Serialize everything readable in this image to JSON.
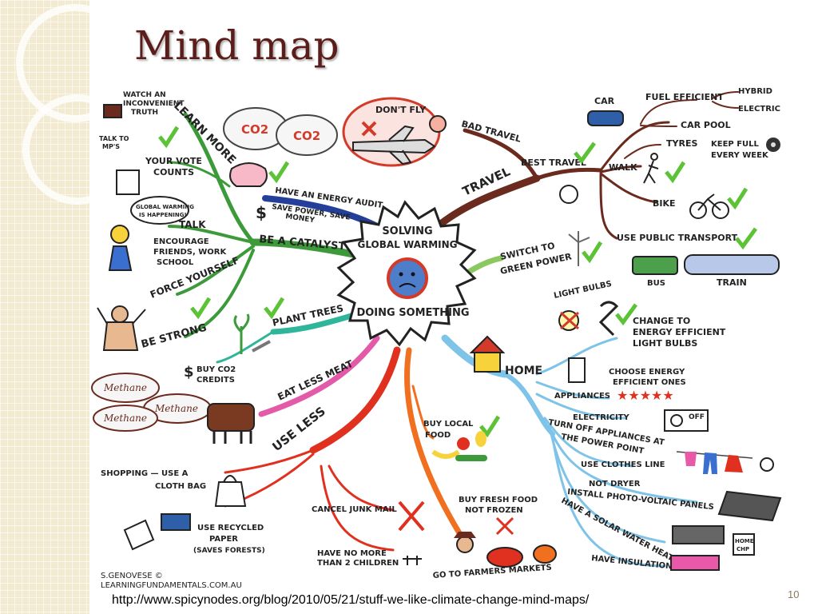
{
  "slide": {
    "title": "Mind map",
    "source_url": "http://www.spicynodes.org/blog/2010/05/21/stuff-we-like-climate-change-mind-maps/",
    "page_number": "10"
  },
  "mindmap": {
    "center": {
      "line1": "SOLVING",
      "line2": "GLOBAL WARMING",
      "line3": "DOING SOMETHING"
    },
    "travel": {
      "title": "TRAVEL",
      "bad_travel": "BAD TRAVEL",
      "dont_fly": "DON'T FLY",
      "co2": "CO2",
      "best_travel": "BEST TRAVEL",
      "car": "CAR",
      "fuel_efficient": "FUEL EFFICIENT",
      "hybrid": "HYBRID",
      "electric": "ELECTRIC",
      "car_pool": "CAR POOL",
      "tyres": "TYRES",
      "keep_full_1": "KEEP FULL",
      "keep_full_2": "EVERY WEEK",
      "walk": "WALK",
      "bike": "BIKE",
      "public_transport": "USE PUBLIC TRANSPORT",
      "bus": "BUS",
      "train": "TRAIN"
    },
    "green_power": {
      "line1": "SWITCH TO",
      "line2": "GREEN POWER"
    },
    "home": {
      "title": "HOME",
      "light_bulbs": "LIGHT BULBS",
      "change_1": "CHANGE TO",
      "change_2": "ENERGY EFFICIENT",
      "change_3": "LIGHT BULBS",
      "appliances": "APPLIANCES",
      "choose_1": "CHOOSE ENERGY",
      "choose_2": "EFFICIENT ONES",
      "stars": "★★★★★",
      "electricity": "ELECTRICITY",
      "turn_off_1": "TURN OFF APPLIANCES AT",
      "turn_off_2": "THE POWER POINT",
      "off": "OFF",
      "clothes_line": "USE CLOTHES LINE",
      "not_dryer": "NOT DRYER",
      "photovoltaic": "INSTALL PHOTO-VOLTAIC PANELS",
      "solar_water": "HAVE A SOLAR WATER HEATER",
      "home_chp_1": "HOME",
      "home_chp_2": "CHP",
      "insulation": "HAVE INSULATION"
    },
    "catalyst": {
      "title": "BE A CATALYST",
      "learn_more": "LEARN MORE",
      "watch_1": "WATCH AN",
      "watch_2": "INCONVENIENT",
      "watch_3": "TRUTH",
      "talk_mps_1": "TALK TO",
      "talk_mps_2": "MP'S",
      "vote_1": "YOUR VOTE",
      "vote_2": "COUNTS",
      "audit": "HAVE AN ENERGY AUDIT",
      "save_power_1": "SAVE POWER, SAVE",
      "save_power_2": "MONEY",
      "gw_bubble_1": "GLOBAL WARMING",
      "gw_bubble_2": "IS HAPPENING!",
      "talk": "TALK",
      "encourage_1": "ENCOURAGE",
      "encourage_2": "FRIENDS, WORK",
      "encourage_3": "SCHOOL",
      "force": "FORCE YOURSELF",
      "be_strong": "BE STRONG"
    },
    "plant": {
      "title": "PLANT TREES",
      "buy_co2_1": "BUY CO2",
      "buy_co2_2": "CREDITS"
    },
    "meat": {
      "title": "EAT LESS MEAT",
      "methane": "Methane"
    },
    "use_less": {
      "title": "USE LESS",
      "shopping_1": "SHOPPING — USE A",
      "shopping_2": "CLOTH BAG",
      "recycled_1": "USE RECYCLED",
      "recycled_2": "PAPER",
      "recycled_3": "(SAVES FORESTS)",
      "junk_mail": "CANCEL JUNK MAIL",
      "children_1": "HAVE NO MORE",
      "children_2": "THAN 2 CHILDREN"
    },
    "food": {
      "buy_local_1": "BUY LOCAL",
      "buy_local_2": "FOOD",
      "fresh_1": "BUY FRESH FOOD",
      "fresh_2": "NOT FROZEN",
      "farmers": "GO TO FARMERS MARKETS"
    },
    "credit": {
      "line1": "S.GENOVESE ©",
      "line2": "LEARNINGFUNDAMENTALS.COM.AU"
    }
  },
  "colors": {
    "travel_branch": "#6b2a1e",
    "catalyst_branch": "#3d9a3a",
    "audit_branch": "#243f9a",
    "plant_branch": "#2fb59a",
    "meat_branch": "#e25aa8",
    "use_less_branch": "#e0301f",
    "food_branch": "#f07020",
    "home_branch": "#7ec3e8",
    "green_power_branch": "#8bc860",
    "check": "#5cc236",
    "title": "#5a1d1a"
  }
}
